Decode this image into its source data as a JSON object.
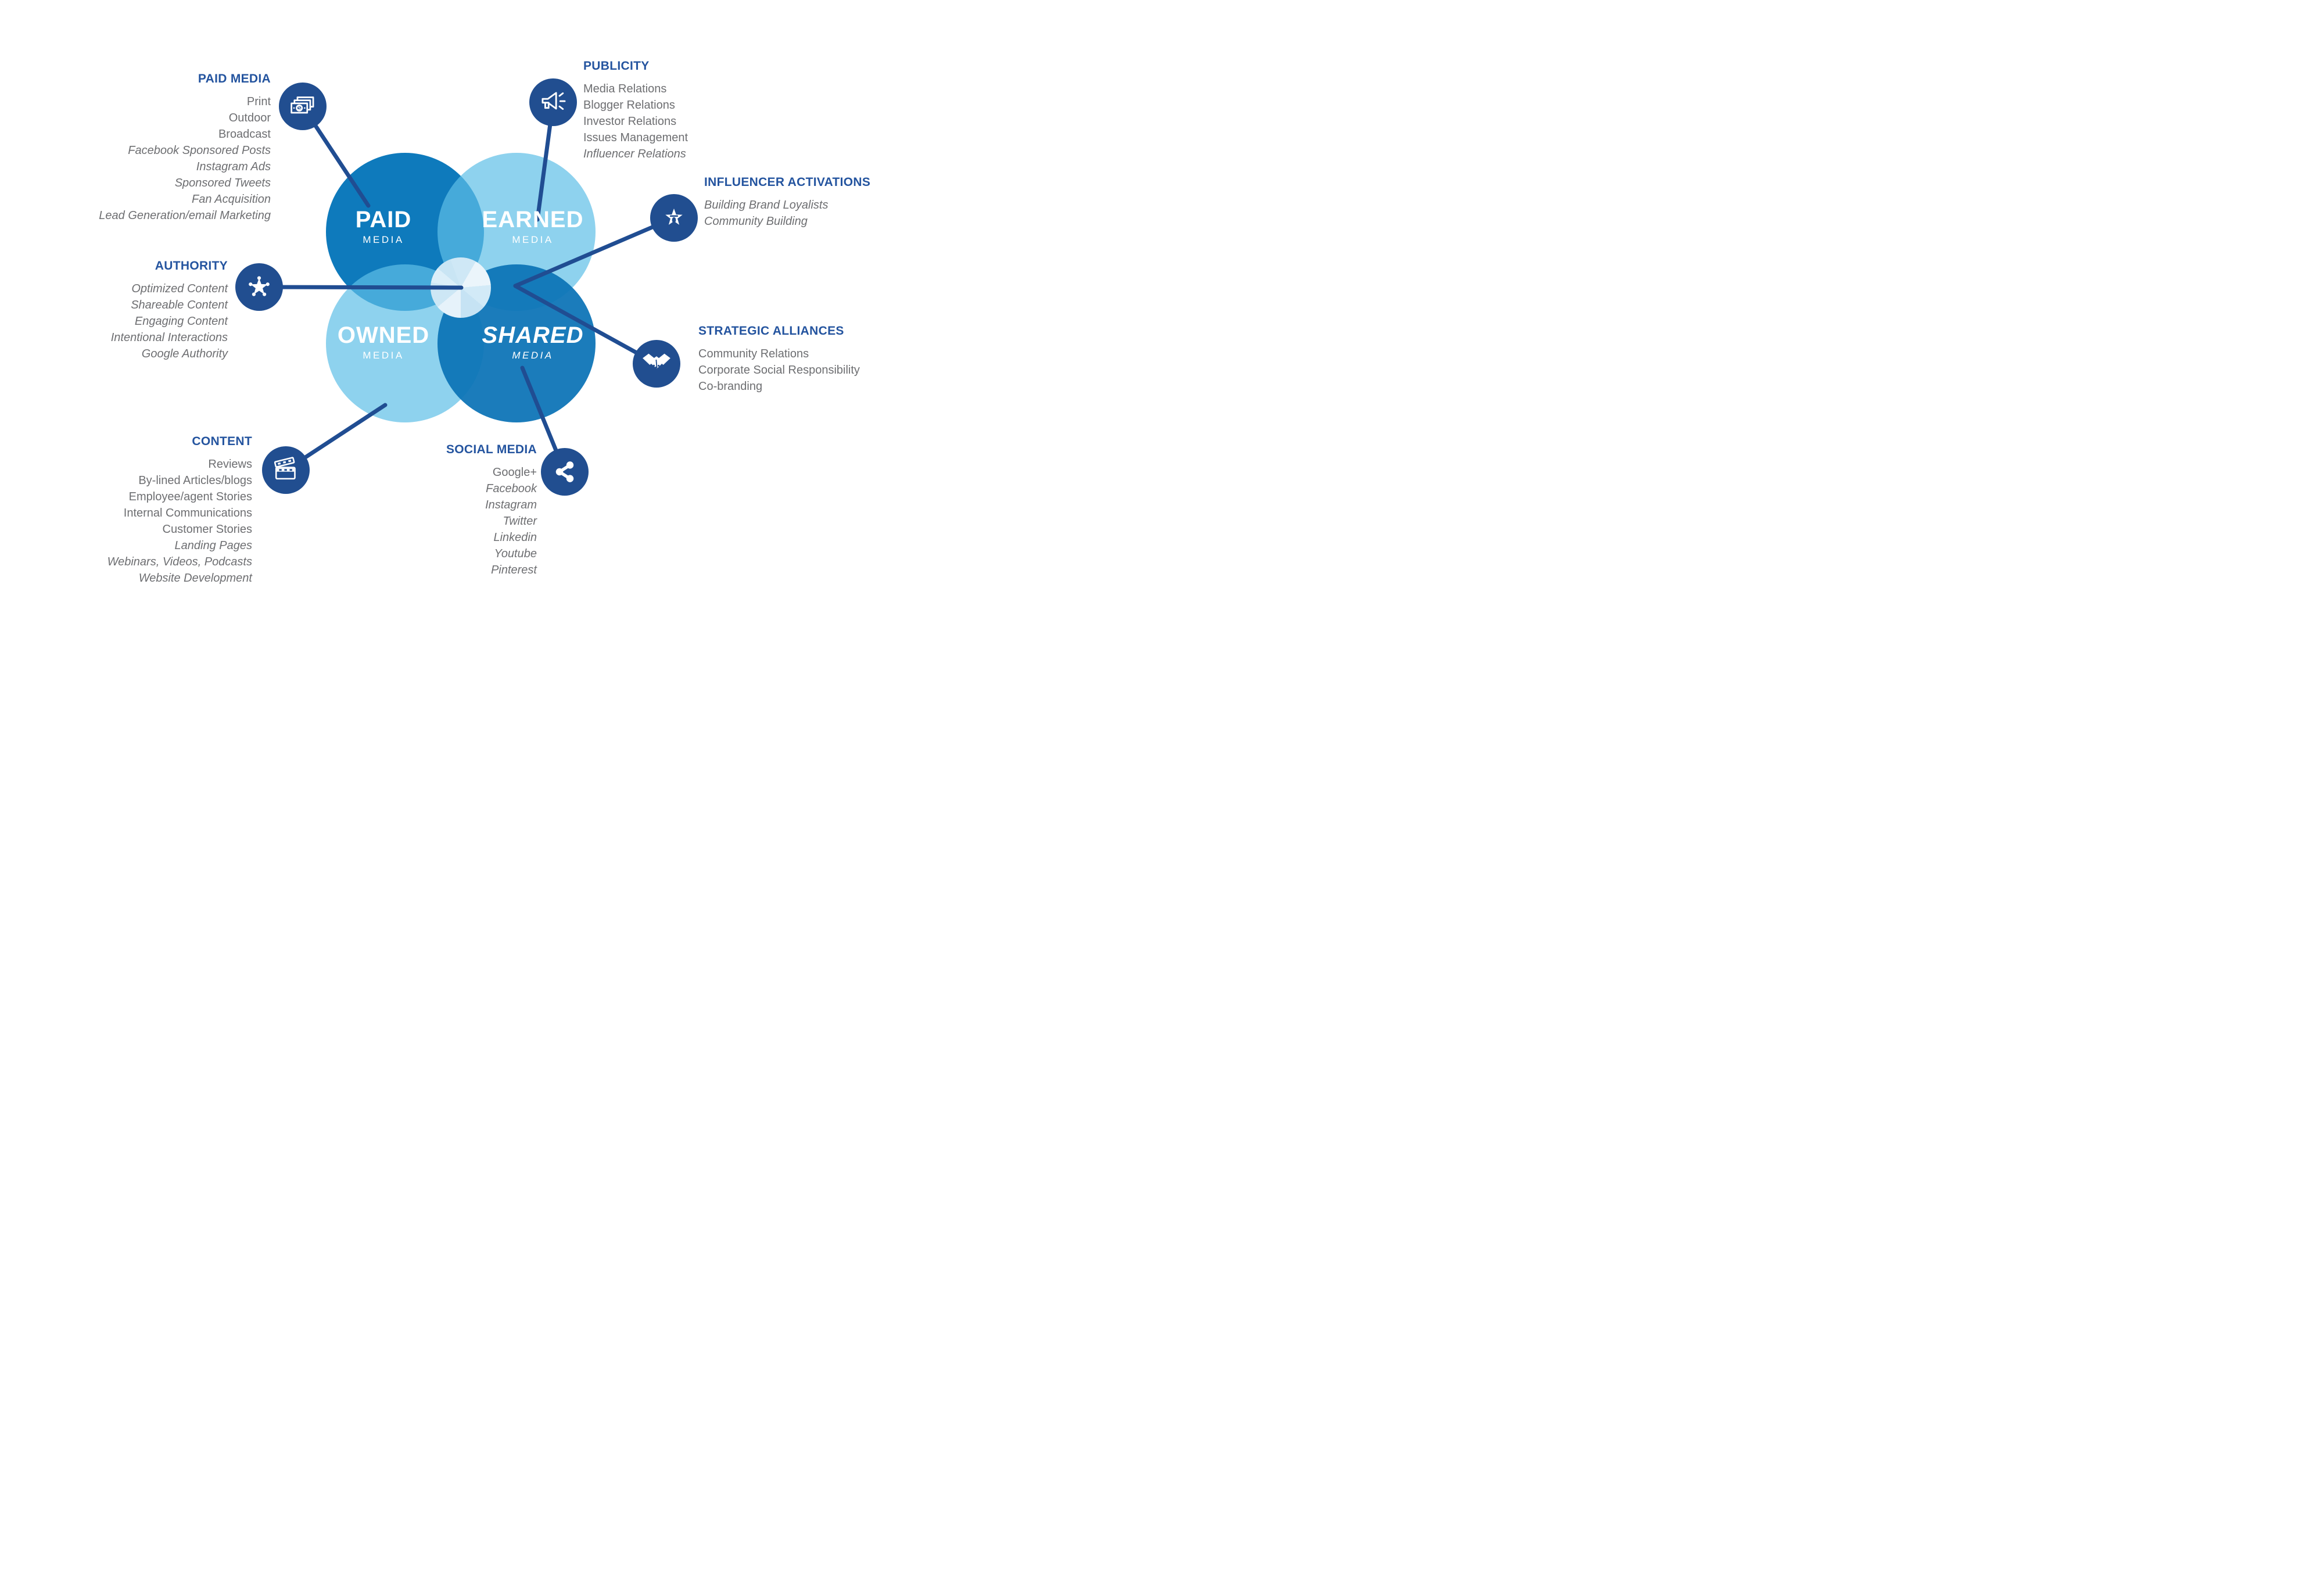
{
  "colors": {
    "circle_dark": "#0e7abc",
    "circle_light": "#8ed2ee",
    "icon_navy": "#214e90",
    "connector_navy": "#204d92",
    "header_blue": "#24549f",
    "body_gray": "#6d6e71",
    "label_white": "#ffffff"
  },
  "venn": {
    "paid": {
      "word": "PAID",
      "sub": "MEDIA"
    },
    "earned": {
      "word": "EARNED",
      "sub": "MEDIA"
    },
    "owned": {
      "word": "OWNED",
      "sub": "MEDIA"
    },
    "shared": {
      "word": "SHARED",
      "sub": "MEDIA"
    }
  },
  "sections": {
    "paid_media": {
      "header": "PAID MEDIA",
      "icon": "money-icon",
      "items": [
        {
          "text": "Print"
        },
        {
          "text": "Outdoor"
        },
        {
          "text": "Broadcast"
        },
        {
          "text": "Facebook Sponsored Posts"
        },
        {
          "text": "Instagram Ads"
        },
        {
          "text": "Sponsored Tweets"
        },
        {
          "text": "Fan Acquisition"
        },
        {
          "text": "Lead Generation/email Marketing"
        }
      ]
    },
    "publicity": {
      "header": "PUBLICITY",
      "icon": "megaphone-icon",
      "items": [
        {
          "text": "Media Relations"
        },
        {
          "text": "Blogger Relations"
        },
        {
          "text": "Investor Relations"
        },
        {
          "text": "Issues Management"
        },
        {
          "text": "Influencer Relations"
        }
      ]
    },
    "influencer_activations": {
      "header": "INFLUENCER ACTIVATIONS",
      "icon": "star-person-icon",
      "items": [
        {
          "text": "Building Brand Loyalists"
        },
        {
          "text": "Community Building"
        }
      ]
    },
    "authority": {
      "header": "AUTHORITY",
      "icon": "sheriff-star-icon",
      "items": [
        {
          "text": "Optimized Content"
        },
        {
          "text": "Shareable Content"
        },
        {
          "text": "Engaging Content"
        },
        {
          "text": "Intentional Interactions"
        },
        {
          "text": "Google Authority"
        }
      ]
    },
    "strategic_alliances": {
      "header": "STRATEGIC ALLIANCES",
      "icon": "handshake-icon",
      "items": [
        {
          "text": "Community Relations"
        },
        {
          "text": "Corporate Social Responsibility"
        },
        {
          "text": "Co-branding"
        }
      ]
    },
    "content": {
      "header": "CONTENT",
      "icon": "clapperboard-icon",
      "items": [
        {
          "text": "Reviews"
        },
        {
          "text": "By-lined Articles/blogs"
        },
        {
          "text": "Employee/agent Stories"
        },
        {
          "text": "Internal Communications"
        },
        {
          "text": "Customer Stories"
        },
        {
          "text": "Landing Pages"
        },
        {
          "text": "Webinars, Videos, Podcasts"
        },
        {
          "text": "Website Development"
        }
      ]
    },
    "social_media": {
      "header": "SOCIAL MEDIA",
      "icon": "share-icon",
      "items": [
        {
          "text": "Google+"
        },
        {
          "text": "Facebook"
        },
        {
          "text": "Instagram"
        },
        {
          "text": "Twitter"
        },
        {
          "text": "Linkedin"
        },
        {
          "text": "Youtube"
        },
        {
          "text": "Pinterest"
        }
      ]
    }
  }
}
